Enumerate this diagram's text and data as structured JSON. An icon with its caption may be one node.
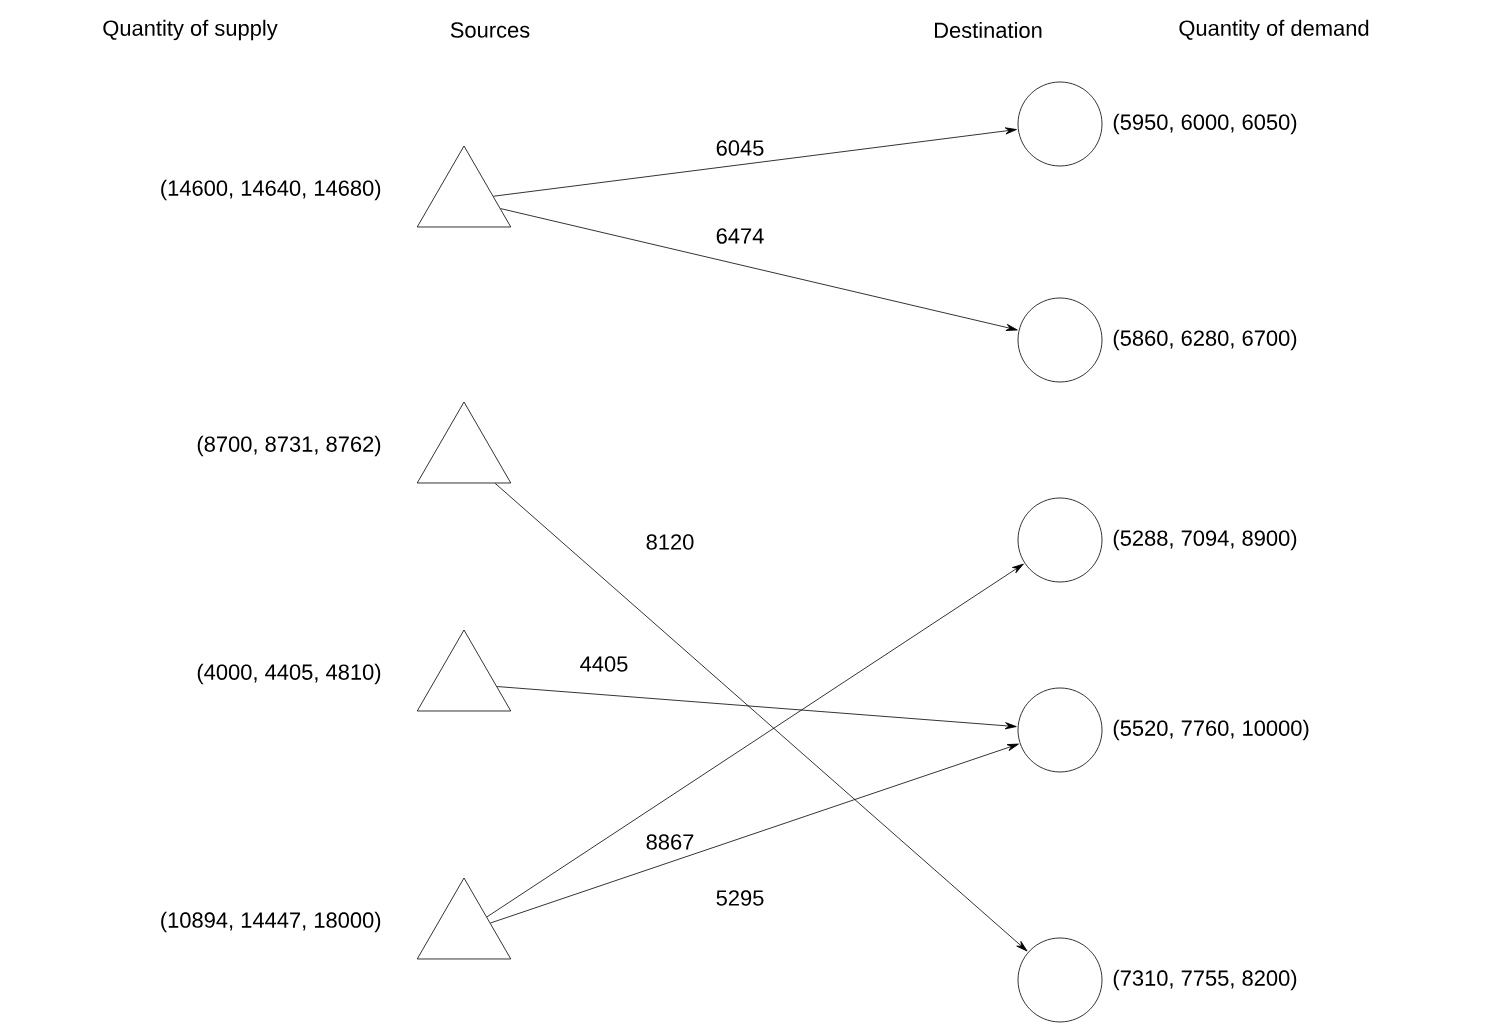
{
  "diagram": {
    "nodes": [
      {
        "text": [],
        "shape": "triangle",
        "beside": [
          "(14600, 14640, 14680)"
        ]
      },
      {
        "text": [],
        "shape": "triangle",
        "beside": [
          "(8700, 8731, 8762)"
        ]
      },
      {
        "text": [],
        "shape": "triangle",
        "beside": [
          "(4000, 4405, 4810)"
        ]
      },
      {
        "text": [],
        "shape": "triangle",
        "beside": [
          "(10894, 14447, 18000)"
        ]
      },
      {
        "text": [],
        "shape": "circle",
        "beside": [
          "(5950, 6000, 6050)"
        ]
      },
      {
        "text": [],
        "shape": "circle",
        "beside": [
          "(5860, 6280, 6700)"
        ]
      },
      {
        "text": [],
        "shape": "circle",
        "beside": [
          "(5288, 7094, 8900)"
        ]
      },
      {
        "text": [],
        "shape": "circle",
        "beside": [
          "(5520, 7760, 10000)"
        ]
      },
      {
        "text": [],
        "shape": "circle",
        "beside": [
          "(7310, 7755, 8200)"
        ]
      }
    ],
    "edges": [
      {
        "from": 0,
        "to": 4,
        "arrow": "to",
        "label": "6045"
      },
      {
        "from": 0,
        "to": 5,
        "arrow": "to",
        "label": "6474"
      },
      {
        "from": 1,
        "to": 8,
        "arrow": "to",
        "label": "8120"
      },
      {
        "from": 2,
        "to": 7,
        "arrow": "to",
        "label": "4405"
      },
      {
        "from": 3,
        "to": 6,
        "arrow": "to",
        "label": "8867"
      },
      {
        "from": 3,
        "to": 7,
        "arrow": "to",
        "label": "5295"
      }
    ],
    "labels": [
      "Quantity of supply",
      "Sources",
      "Destination",
      "Quantity of demand"
    ]
  }
}
